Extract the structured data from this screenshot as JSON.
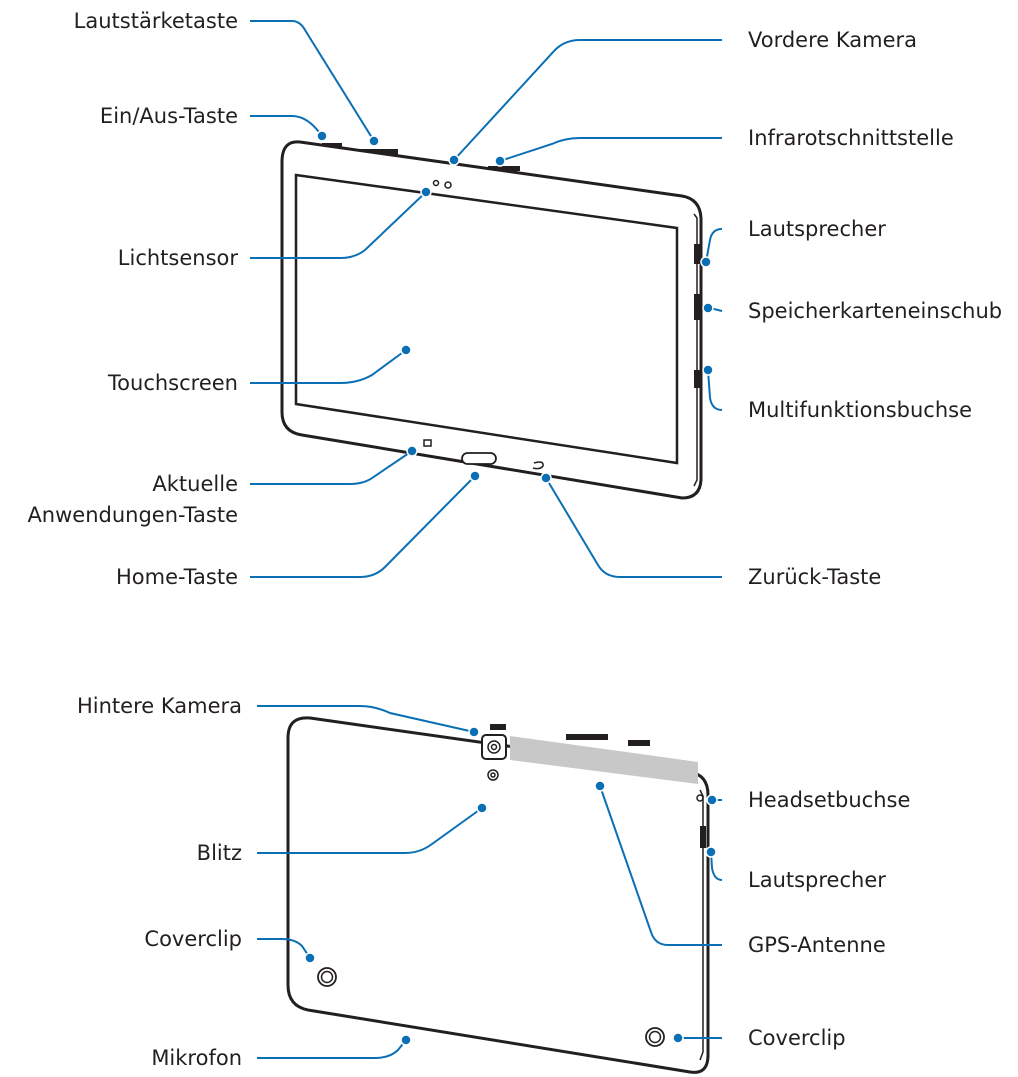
{
  "front": {
    "labels": {
      "volume": "Lautstärketaste",
      "power": "Ein/Aus-Taste",
      "light_sensor": "Lichtsensor",
      "touchscreen": "Touchscreen",
      "recent_apps_1": "Aktuelle",
      "recent_apps_2": "Anwendungen-Taste",
      "home": "Home-Taste",
      "front_camera": "Vordere Kamera",
      "infrared": "Infrarotschnittstelle",
      "speaker": "Lautsprecher",
      "memory_card": "Speicherkarteneinschub",
      "multifunction": "Multifunktionsbuchse",
      "back": "Zurück-Taste"
    }
  },
  "rear": {
    "labels": {
      "rear_camera": "Hintere Kamera",
      "flash": "Blitz",
      "cover_clip_left": "Coverclip",
      "microphone": "Mikrofon",
      "headset": "Headsetbuchse",
      "speaker": "Lautsprecher",
      "gps": "GPS-Antenne",
      "cover_clip_right": "Coverclip"
    }
  },
  "colors": {
    "leader": "#0a6fb5",
    "outline": "#231f20",
    "gps_panel": "#c8c8c8"
  }
}
